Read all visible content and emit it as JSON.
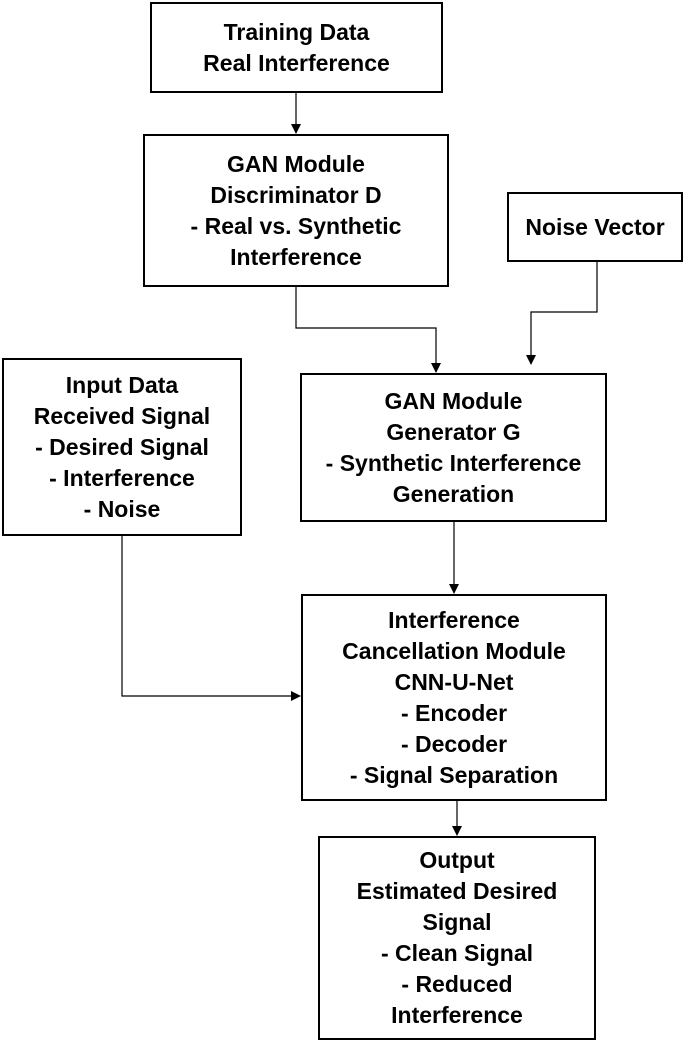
{
  "diagram": {
    "nodes": {
      "training_data": {
        "lines": [
          "Training Data",
          "Real Interference"
        ]
      },
      "discriminator": {
        "lines": [
          "GAN Module",
          "Discriminator D",
          "- Real vs. Synthetic",
          "Interference"
        ]
      },
      "noise_vector": {
        "lines": [
          "Noise Vector"
        ]
      },
      "input_data": {
        "lines": [
          "Input Data",
          "Received Signal",
          "- Desired Signal",
          "- Interference",
          "- Noise"
        ]
      },
      "generator": {
        "lines": [
          "GAN Module",
          "Generator G",
          "- Synthetic Interference",
          "Generation"
        ]
      },
      "cancellation": {
        "lines": [
          "Interference",
          "Cancellation Module",
          "CNN-U-Net",
          "- Encoder",
          "- Decoder",
          "- Signal Separation"
        ]
      },
      "output": {
        "lines": [
          "Output",
          "Estimated Desired",
          "Signal",
          "- Clean Signal",
          "- Reduced",
          "Interference"
        ]
      }
    },
    "edges": [
      {
        "from": "training_data",
        "to": "discriminator"
      },
      {
        "from": "discriminator",
        "to": "generator"
      },
      {
        "from": "noise_vector",
        "to": "generator"
      },
      {
        "from": "generator",
        "to": "cancellation"
      },
      {
        "from": "input_data",
        "to": "cancellation"
      },
      {
        "from": "cancellation",
        "to": "output"
      }
    ],
    "colors": {
      "stroke": "#000000",
      "fill": "#ffffff",
      "text": "#000000"
    }
  }
}
